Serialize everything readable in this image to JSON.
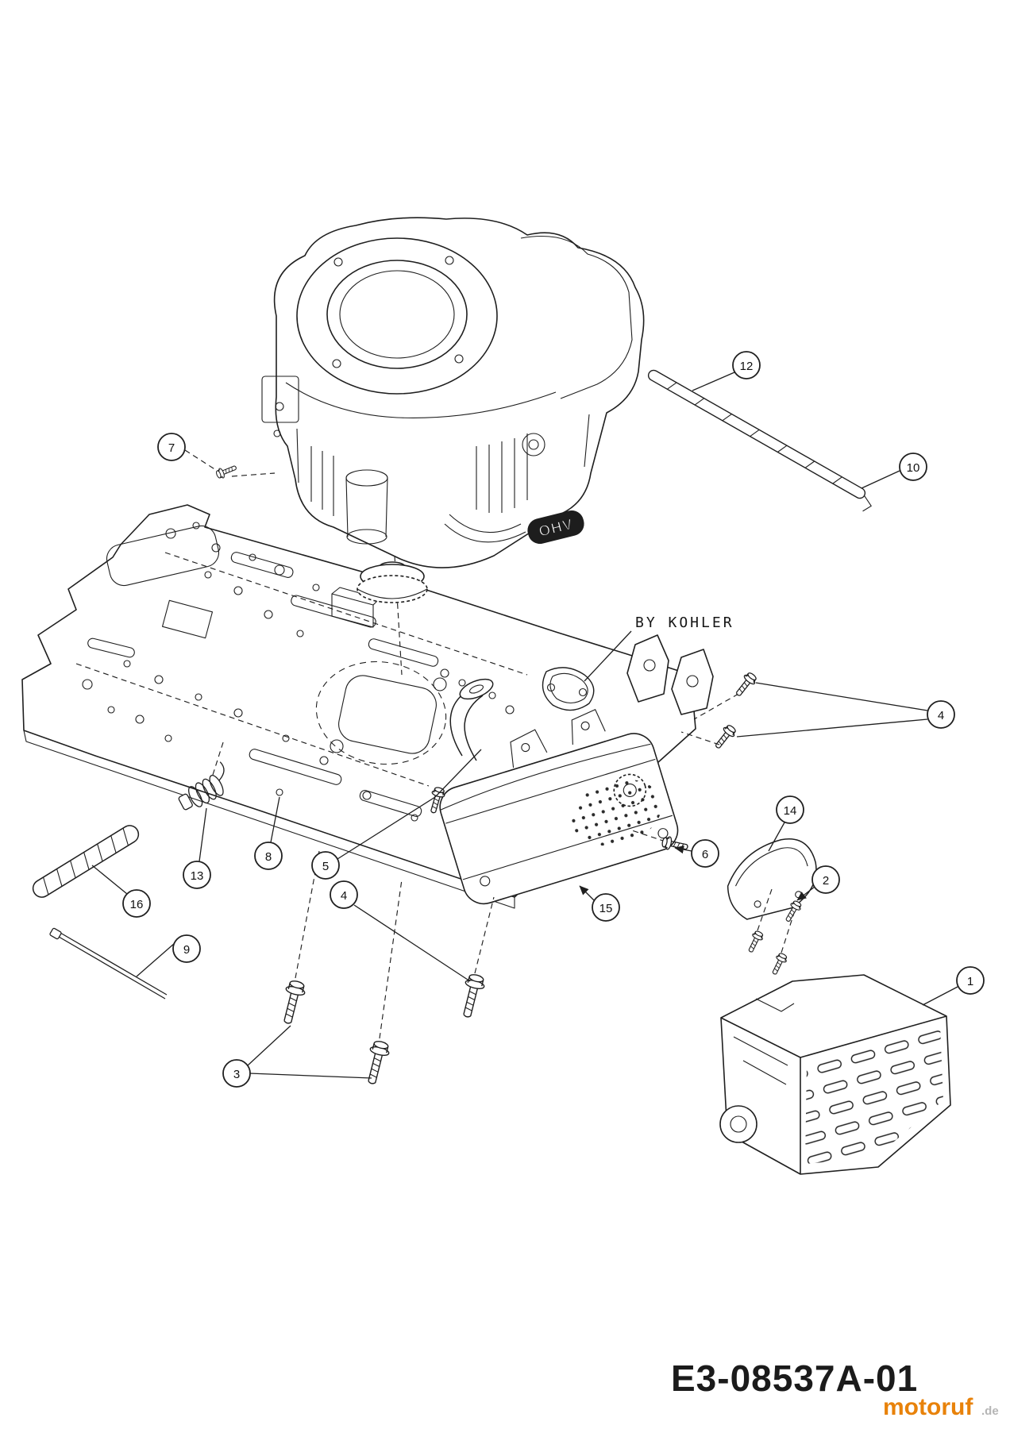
{
  "page": {
    "background": "#ffffff"
  },
  "diagram": {
    "name": "engine-accessories-exploded-view",
    "labels": {
      "by_kohler": "BY KOHLER",
      "ohv": "OHV"
    },
    "callouts": {
      "c1": "1",
      "c2": "2",
      "c3": "3",
      "c4a": "4",
      "c4b": "4",
      "c5": "5",
      "c6": "6",
      "c7": "7",
      "c8": "8",
      "c9": "9",
      "c10": "10",
      "c12": "12",
      "c13": "13",
      "c14": "14",
      "c15": "15",
      "c16": "16"
    },
    "footer": {
      "part_number": "E3-08537A-01"
    },
    "watermark": {
      "name": "motoruf",
      "tld": ".de",
      "color": "#e8820a",
      "tld_color": "#b5b5b5"
    }
  }
}
